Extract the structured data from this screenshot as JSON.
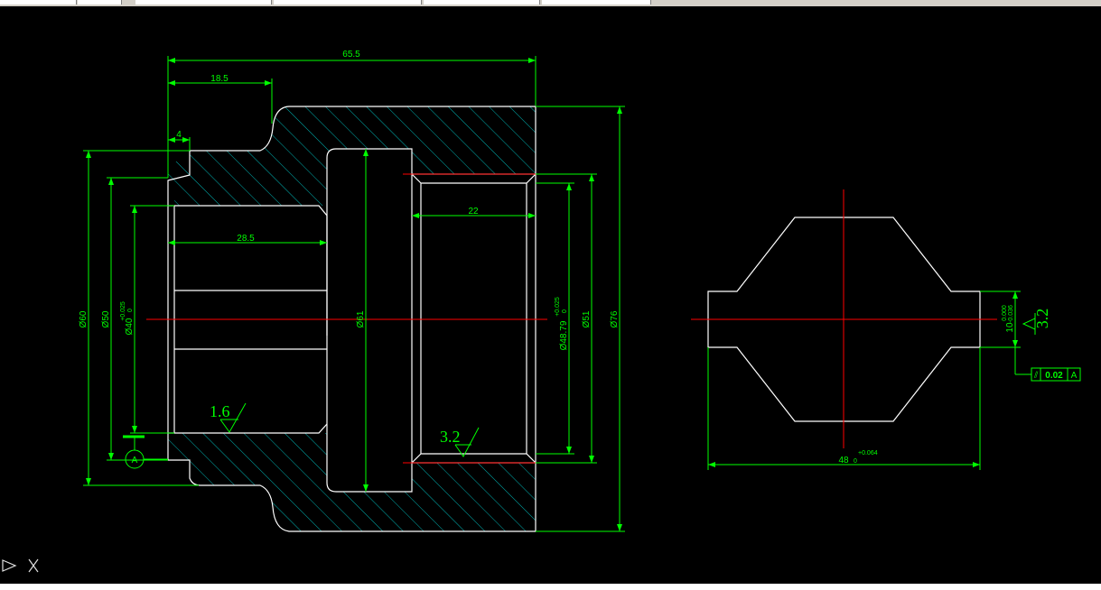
{
  "colors": {
    "background": "#000000",
    "outline": "#ffffff",
    "dimension": "#00ff00",
    "centerline": "#ff0000",
    "hatch": "#00b0b0"
  },
  "icons": {
    "command_line": "ucs-arrow-icon"
  },
  "labels": {
    "overall_length": "65.5",
    "flange_length": "18.5",
    "step_length": "4",
    "bore_depth": "28.5",
    "counterbore_depth": "22",
    "dia_60_outer": "Ø60",
    "dia_50": "Ø50",
    "dia_40": "Ø40",
    "dia_40_tol_upper": "+0.025",
    "dia_40_tol_lower": "0",
    "dia_61": "Ø61",
    "dia_48": "Ø48.79",
    "dia_48_tol_upper": "+0.025",
    "dia_48_tol_lower": "0",
    "dia_51": "Ø51",
    "dia_76": "Ø76",
    "roughness_left": "1.6",
    "roughness_center": "3.2",
    "roughness_right": "3.2",
    "datum": "A",
    "slot_width": "10",
    "slot_tol_upper": "0.000",
    "slot_tol_lower": "-0.036",
    "key_width": "48",
    "key_tol_upper": "+0.064",
    "key_tol_lower": "0",
    "tolerance_value": "0.02",
    "tolerance_datum": "A"
  }
}
